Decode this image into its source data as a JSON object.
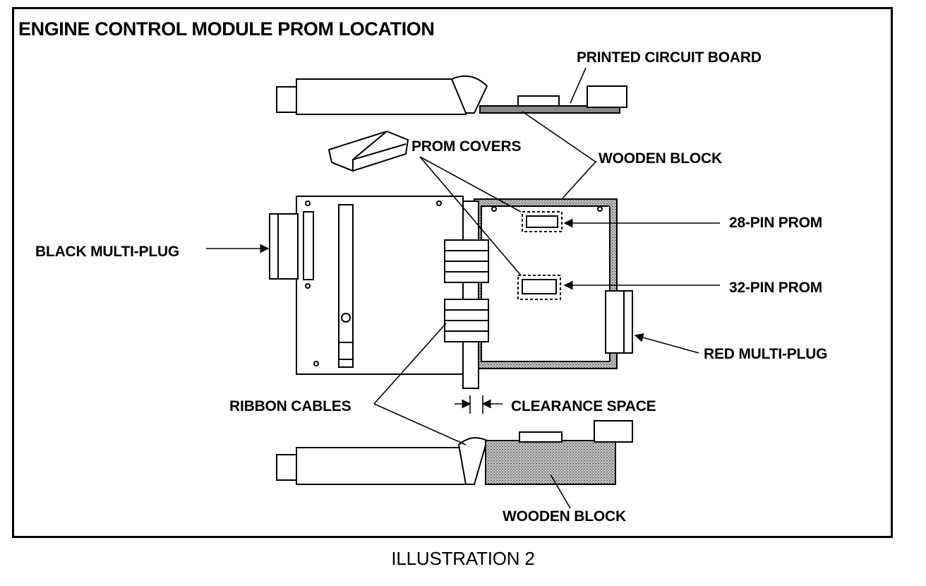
{
  "title": "ENGINE CONTROL MODULE PROM LOCATION",
  "caption": "ILLUSTRATION 2",
  "labels": {
    "printed_circuit_board": "PRINTED CIRCUIT BOARD",
    "wooden_block_top": "WOODEN BLOCK",
    "prom_covers": "PROM COVERS",
    "pin28_prom": "28-PIN PROM",
    "pin32_prom": "32-PIN PROM",
    "black_multi_plug": "BLACK MULTI-PLUG",
    "red_multi_plug": "RED MULTI-PLUG",
    "ribbon_cables": "RIBBON CABLES",
    "clearance_space": "CLEARANCE SPACE",
    "wooden_block_bottom": "WOODEN BLOCK"
  },
  "colors": {
    "ink": "#000000",
    "paper": "#ffffff",
    "wood": "#9a9a9a"
  }
}
